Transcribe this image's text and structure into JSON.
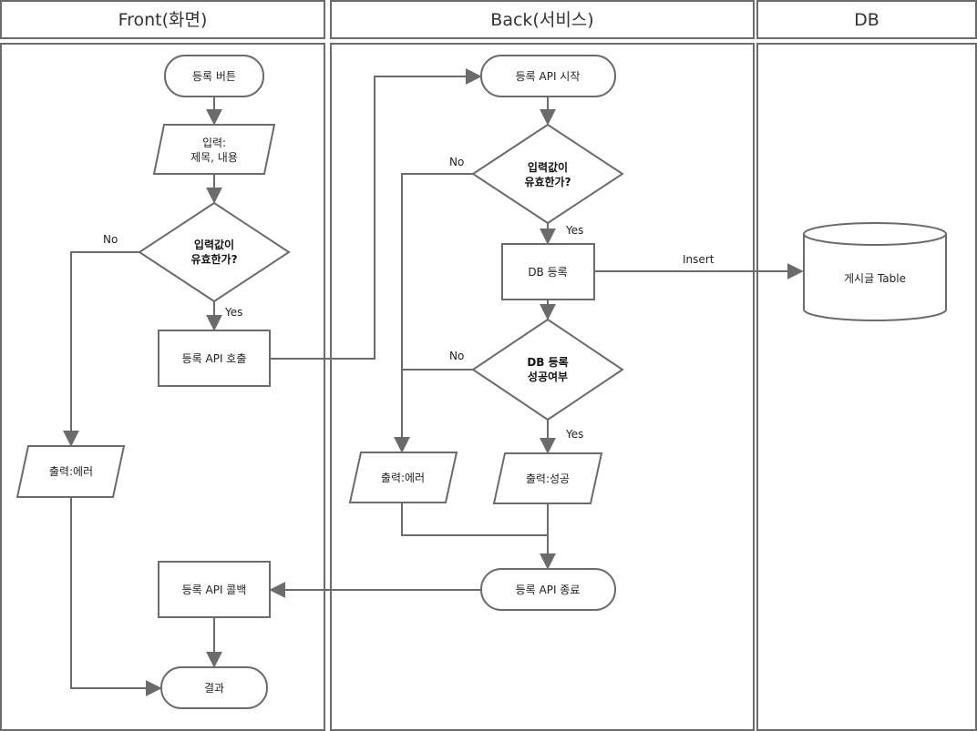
{
  "lanes": {
    "front": "Front(화면)",
    "back": "Back(서비스)",
    "db": "DB"
  },
  "front": {
    "register_button": "등록 버튼",
    "input_line1": "입력:",
    "input_line2": "제목, 내용",
    "valid_line1": "입력값이",
    "valid_line2": "유효한가?",
    "call_api": "등록 API 호출",
    "output_error": "출력:에러",
    "callback": "등록 API 콜백",
    "result": "결과"
  },
  "back": {
    "api_start": "등록 API 시작",
    "valid_line1": "입력값이",
    "valid_line2": "유효한가?",
    "db_register": "DB 등록",
    "success_line1": "DB 등록",
    "success_line2": "성공여부",
    "output_error": "출력:에러",
    "output_success": "출력:성공",
    "api_end": "등록 API 종료"
  },
  "db": {
    "table": "게시글 Table"
  },
  "labels": {
    "no": "No",
    "yes": "Yes",
    "insert": "Insert"
  },
  "colors": {
    "stroke": "#6b6b6b",
    "background": "#ffffff"
  }
}
